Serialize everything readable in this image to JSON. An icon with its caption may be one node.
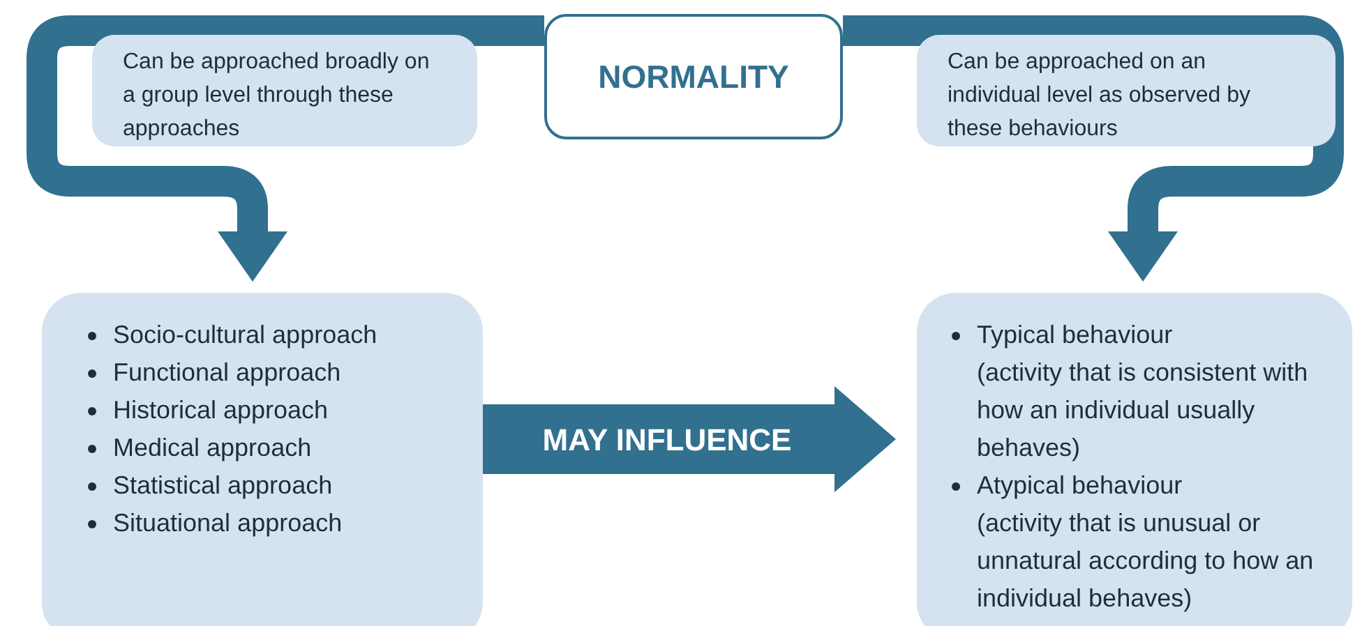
{
  "diagram": {
    "nodes": [
      {
        "text": [
          "NORMALITY"
        ]
      },
      {
        "text": [
          "Socio-cultural approach",
          "Functional approach",
          "Historical approach",
          "Medical approach",
          "Statistical approach",
          "Situational approach"
        ]
      },
      {
        "text": [
          "Typical behaviour",
          "(activity that is consistent with how an individual usually behaves)",
          "Atypical behaviour",
          "(activity that is unusual or unnatural according to how an individual behaves)"
        ]
      }
    ],
    "edges": [
      {
        "from": 0,
        "to": 1,
        "arrow": "to",
        "label": "Can be approached broadly on a group level through these approaches"
      },
      {
        "from": 0,
        "to": 2,
        "arrow": "to",
        "label": "Can be approached on an individual level as observed by these behaviours"
      },
      {
        "from": 1,
        "to": 2,
        "arrow": "to",
        "label": "MAY INFLUENCE",
        "style": "thick"
      }
    ]
  }
}
